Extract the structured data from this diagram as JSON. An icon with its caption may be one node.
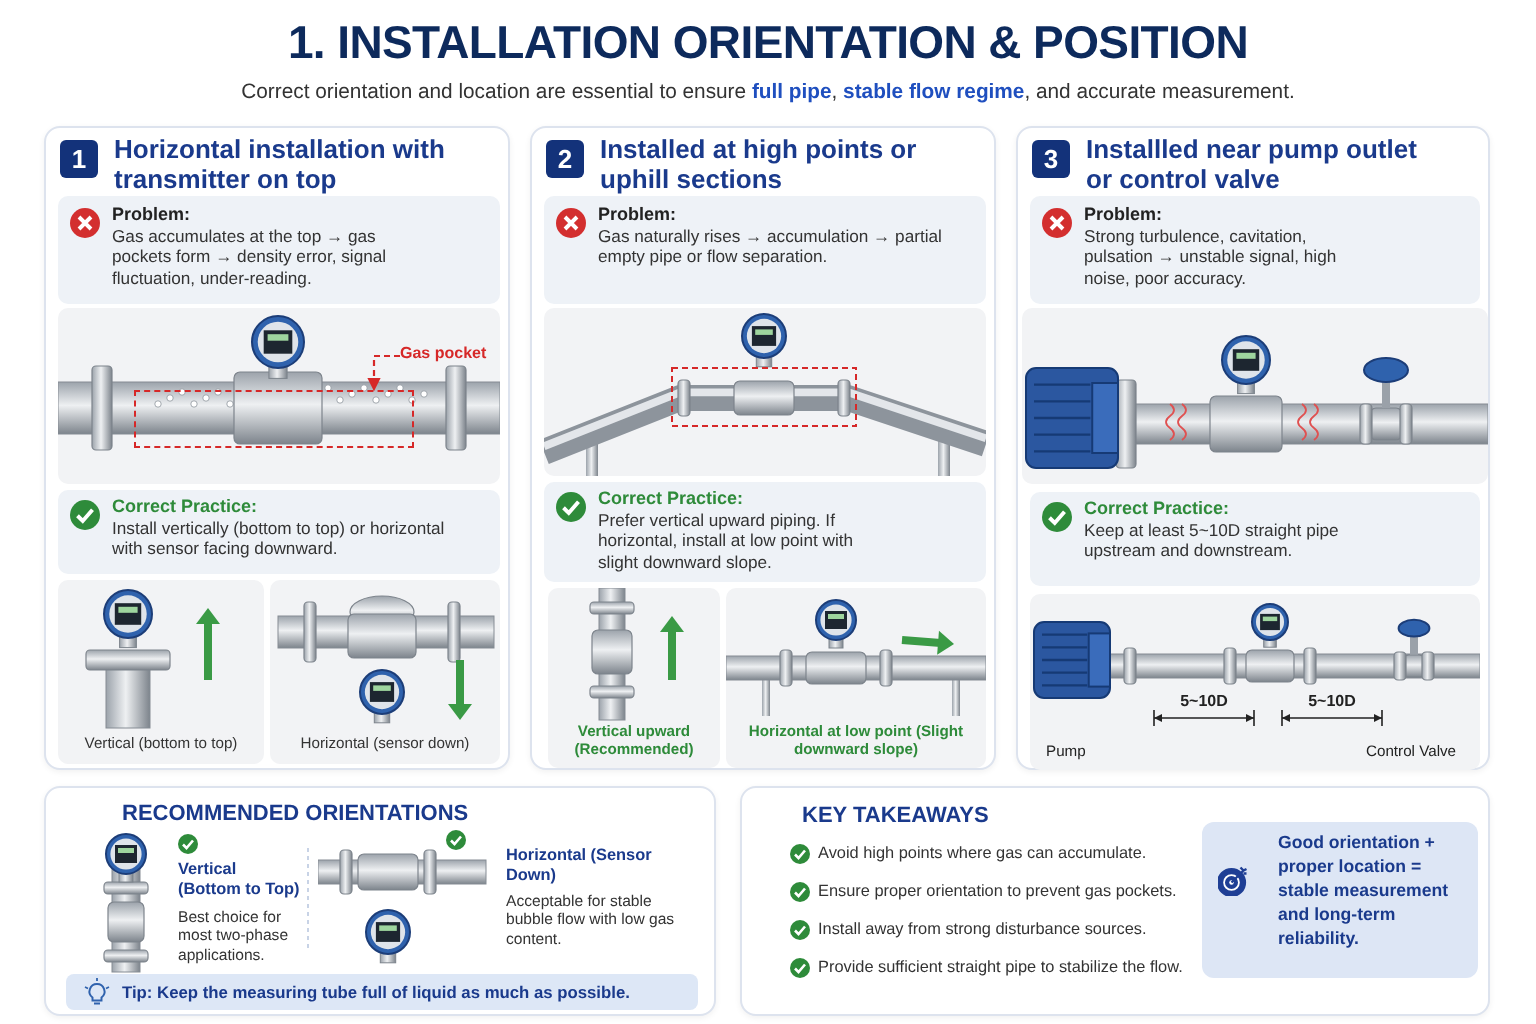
{
  "diagram": {
    "title": "1. INSTALLATION ORIENTATION & POSITION",
    "nodes": [
      {
        "text": [
          "1",
          "Horizontal installation with transmitter on top"
        ]
      },
      {
        "text": [
          "Problem:",
          "Gas accumulates at the top → gas pockets form → density error, signal fluctuation, under-reading."
        ],
        "in": 0
      },
      {
        "text": [],
        "shape": "picture",
        "in": 0
      },
      {
        "text": [
          "Gas pocket"
        ],
        "in": 2
      },
      {
        "text": [],
        "shape": "box",
        "in": 2
      },
      {
        "text": [
          "Correct Practice:",
          "Install vertically (bottom to top) or horizontal with sensor facing downward."
        ],
        "in": 0
      },
      {
        "text": [
          "Vertical (bottom to top)"
        ],
        "in": 0
      },
      {
        "text": [
          "Horizontal (sensor down)"
        ],
        "in": 0
      },
      {
        "text": [
          "2",
          "Installed at high points or uphill sections"
        ]
      },
      {
        "text": [
          "Problem:",
          "Gas naturally rises → accumulation → partial empty pipe or flow separation."
        ],
        "in": 8
      },
      {
        "text": [],
        "shape": "picture",
        "in": 8
      },
      {
        "text": [
          "Correct Practice:",
          "Prefer vertical upward piping. If horizontal, install at low point with slight downward slope."
        ],
        "in": 8
      },
      {
        "text": [
          "Vertical upward (Recommended)"
        ],
        "in": 8
      },
      {
        "text": [
          "Horizontal at low point (Slight downward slope)"
        ],
        "in": 8
      },
      {
        "text": [
          "3",
          "Installled near pump outlet or control valve"
        ]
      },
      {
        "text": [
          "Problem:",
          "Strong turbulence, cavitation, pulsation → unstable signal, high noise, poor accuracy."
        ],
        "in": 14
      },
      {
        "text": [],
        "shape": "picture",
        "in": 14
      },
      {
        "text": [
          "Correct Practice:",
          "Keep at least 5~10D straight pipe upstream and downstream."
        ],
        "in": 14
      },
      {
        "text": [
          "5~10D",
          "5~10D",
          "Pump",
          "Control Valve"
        ],
        "in": 14
      },
      {
        "text": [
          "RECOMMENDED ORIENTATIONS"
        ]
      },
      {
        "text": [
          "Vertical (Bottom to Top)",
          "Best choice for most two-phase applications."
        ],
        "in": 19
      },
      {
        "text": [
          "Horizontal (Sensor Down)",
          "Acceptable for stable bubble flow with low gas content."
        ],
        "in": 19
      },
      {
        "text": [
          "Tip: Keep the measuring tube full of liquid as much as possible."
        ],
        "in": 19
      },
      {
        "text": [
          "KEY TAKEAWAYS",
          "Avoid high points where gas can accumulate.",
          "Ensure proper orientation to prevent gas pockets.",
          "Install away from strong disturbance sources.",
          "Provide sufficient straight pipe to stabilize the flow."
        ]
      },
      {
        "text": [
          "Good orientation + proper location = stable measurement and long-term reliability."
        ],
        "in": 23
      }
    ],
    "edges": [
      {
        "from": 3,
        "to": 4,
        "arrow": "to",
        "style": "dashed",
        "color": "#d62828"
      }
    ],
    "labels": [
      "Correct orientation and location are essential to ensure **full pipe**, **stable flow regime**, and accurate measurement."
    ]
  }
}
